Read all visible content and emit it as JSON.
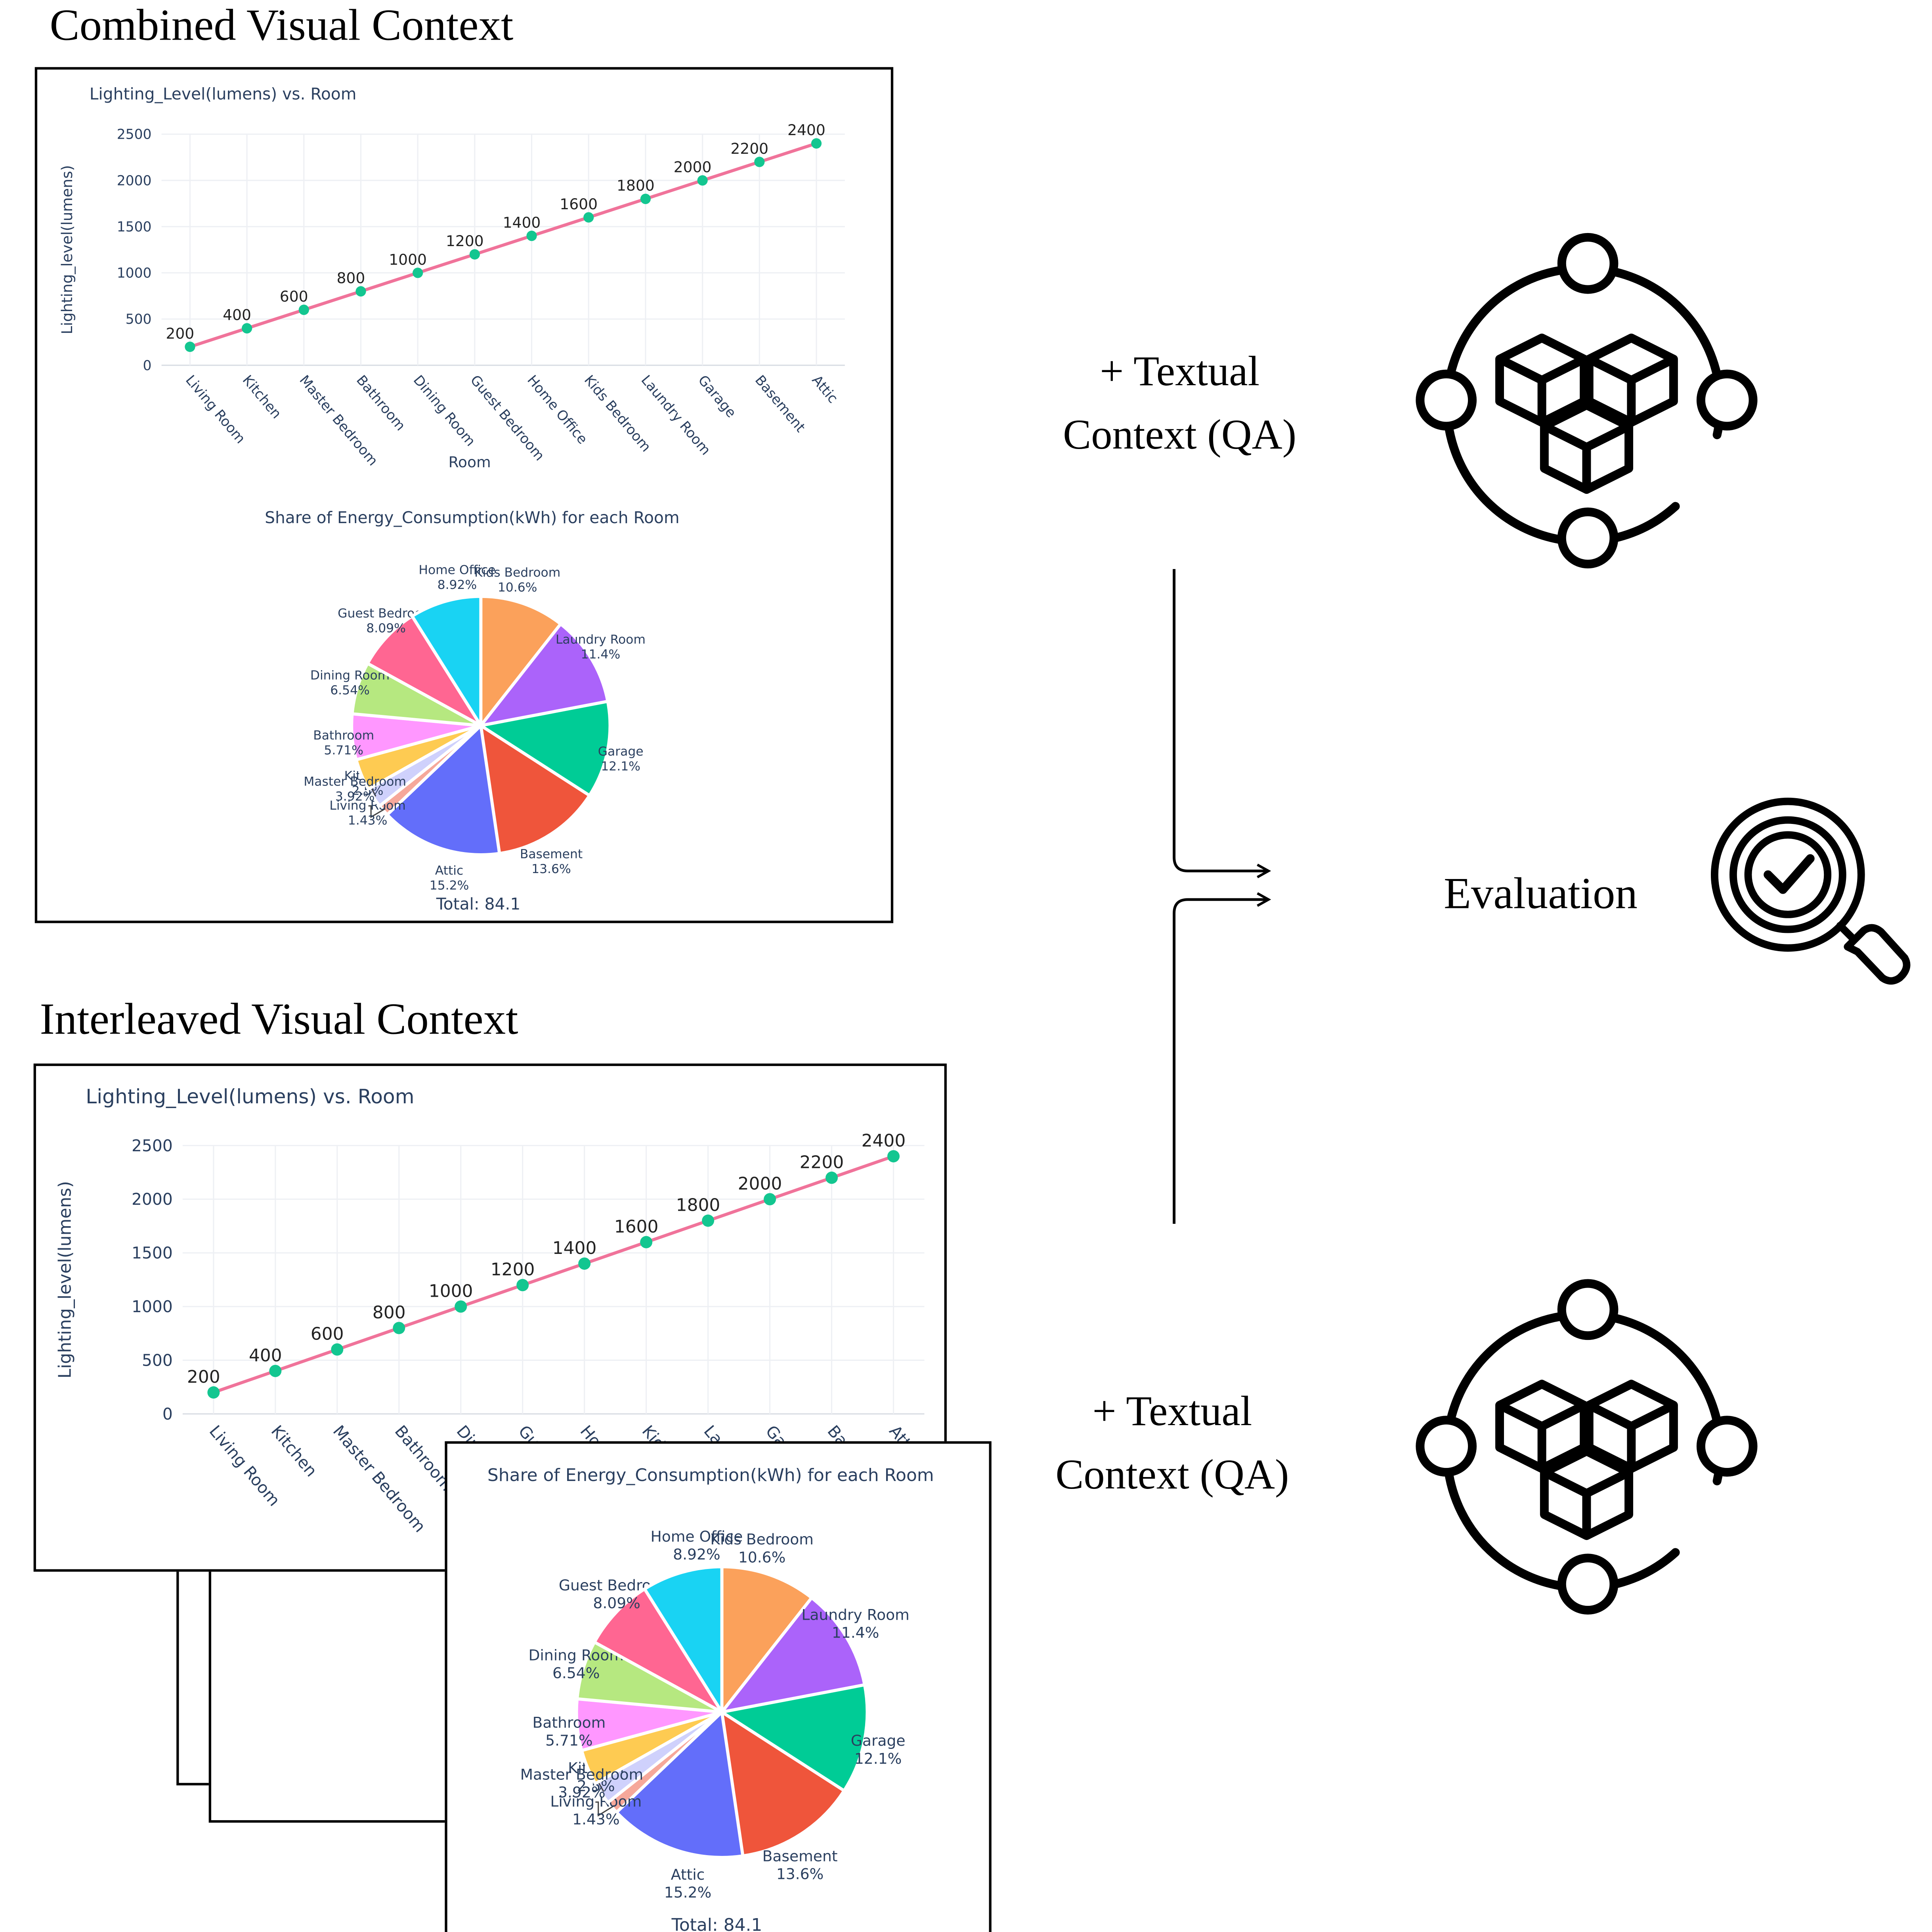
{
  "headings": {
    "combined": "Combined Visual Context",
    "interleaved": "Interleaved Visual Context"
  },
  "labels": {
    "textual_top": [
      "+ Textual",
      "Context (QA)"
    ],
    "textual_bottom": [
      "+ Textual",
      "Context (QA)"
    ],
    "evaluation": "Evaluation"
  },
  "icons": {
    "model_icon": "cubes-network-icon",
    "evaluation_icon": "magnifier-check-icon"
  },
  "chart_data": [
    {
      "type": "line",
      "title": "Lighting_Level(lumens) vs. Room",
      "xlabel": "Room",
      "ylabel": "Lighting_level(lumens)",
      "categories": [
        "Living Room",
        "Kitchen",
        "Master Bedroom",
        "Bathroom",
        "Dining Room",
        "Guest Bedroom",
        "Home Office",
        "Kids Bedroom",
        "Laundry Room",
        "Garage",
        "Basement",
        "Attic"
      ],
      "values": [
        200,
        400,
        600,
        800,
        1000,
        1200,
        1400,
        1600,
        1800,
        2000,
        2200,
        2400
      ],
      "yticks": [
        0,
        500,
        1000,
        1500,
        2000,
        2500
      ],
      "ylim": [
        0,
        2500
      ],
      "line_color": "#f0739a",
      "marker_color": "#13c690",
      "grid": true
    },
    {
      "type": "pie",
      "title": "Share of Energy_Consumption(kWh) for each Room",
      "total_label": "Total: 84.1",
      "slices": [
        {
          "label": "Kids Bedroom",
          "pct": "10.6%",
          "value": 10.6,
          "color": "#fba15b"
        },
        {
          "label": "Laundry Room",
          "pct": "11.4%",
          "value": 11.4,
          "color": "#ab63fa"
        },
        {
          "label": "Garage",
          "pct": "12.1%",
          "value": 12.1,
          "color": "#00cc96"
        },
        {
          "label": "Basement",
          "pct": "13.6%",
          "value": 13.6,
          "color": "#ef553b"
        },
        {
          "label": "Attic",
          "pct": "15.2%",
          "value": 15.2,
          "color": "#636efa"
        },
        {
          "label": "Living Room",
          "pct": "1.43%",
          "value": 1.43,
          "color": "#f6a89a"
        },
        {
          "label": "Kitchen",
          "pct": "2.5%",
          "value": 2.5,
          "color": "#cfd1fc"
        },
        {
          "label": "Master Bedroom",
          "pct": "3.92%",
          "value": 3.92,
          "color": "#fecb52"
        },
        {
          "label": "Bathroom",
          "pct": "5.71%",
          "value": 5.71,
          "color": "#ff97ff"
        },
        {
          "label": "Dining Room",
          "pct": "6.54%",
          "value": 6.54,
          "color": "#b6e880"
        },
        {
          "label": "Guest Bedroom",
          "pct": "8.09%",
          "value": 8.09,
          "color": "#ff6692"
        },
        {
          "label": "Home Office",
          "pct": "8.92%",
          "value": 8.92,
          "color": "#19d3f3"
        }
      ]
    }
  ]
}
